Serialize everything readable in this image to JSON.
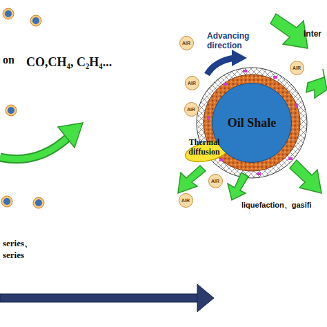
{
  "diagram": {
    "nodes": [
      {
        "text": [
          "Oil Shale"
        ]
      },
      {
        "text": [
          "AIR"
        ]
      },
      {
        "text": [
          "AIR"
        ]
      },
      {
        "text": [
          "AIR"
        ]
      },
      {
        "text": [
          "AIR"
        ]
      },
      {
        "text": [
          "AIR"
        ]
      },
      {
        "text": [
          "AIR"
        ]
      }
    ],
    "labels": [
      "on",
      "CO,CH₄, C₂H₄...",
      "series、",
      "series",
      "Advancing direction",
      "Inter",
      "Thermal diffusion",
      "liquefaction、gasifi"
    ]
  }
}
